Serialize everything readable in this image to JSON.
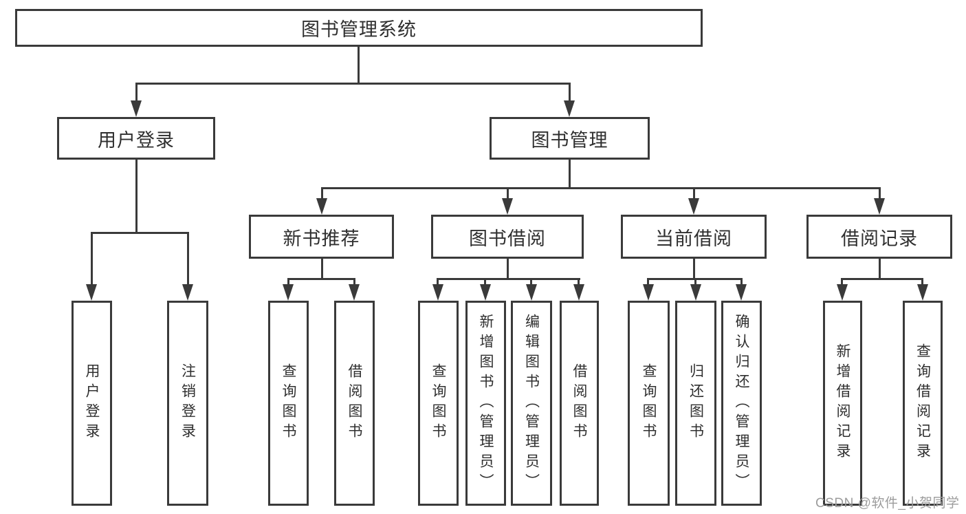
{
  "diagram": {
    "root": "图书管理系统",
    "user_branch": {
      "label": "用户登录",
      "children": [
        "用户登录",
        "注销登录"
      ]
    },
    "book_branch": {
      "label": "图书管理",
      "sections": [
        {
          "label": "新书推荐",
          "children": [
            "查询图书",
            "借阅图书"
          ]
        },
        {
          "label": "图书借阅",
          "children": [
            "查询图书",
            "新增图书（管理员）",
            "编辑图书（管理员）",
            "借阅图书"
          ]
        },
        {
          "label": "当前借阅",
          "children": [
            "查询图书",
            "归还图书",
            "确认归还（管理员）"
          ]
        },
        {
          "label": "借阅记录",
          "children": [
            "新增借阅记录",
            "查询借阅记录"
          ]
        }
      ]
    }
  },
  "watermark": "CSDN @软件_小贺同学",
  "colors": {
    "line": "#3a3a3a",
    "text": "#2f2f2f",
    "watermark": "#9c9c9c",
    "background": "#ffffff"
  }
}
